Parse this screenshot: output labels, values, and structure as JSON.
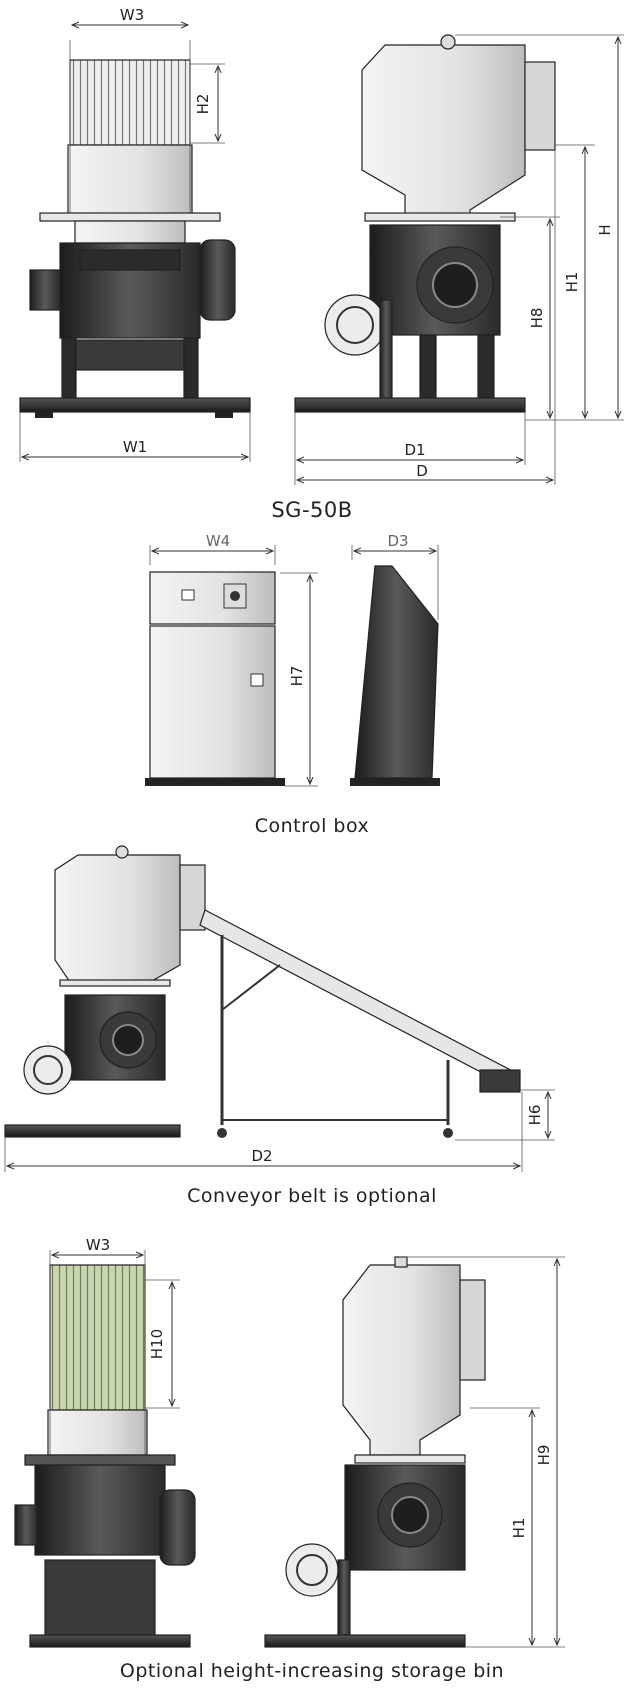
{
  "sections": {
    "sg50b": {
      "caption": "SG-50B",
      "labels": {
        "w3": "W3",
        "h2": "H2",
        "w1": "W1",
        "h": "H",
        "h1": "H1",
        "h8": "H8",
        "d1": "D1",
        "d": "D"
      }
    },
    "control_box": {
      "caption": "Control box",
      "labels": {
        "w4": "W4",
        "d3": "D3",
        "h7": "H7"
      }
    },
    "conveyor": {
      "caption": "Conveyor belt is optional",
      "labels": {
        "d2": "D2",
        "h6": "H6"
      }
    },
    "storage_bin": {
      "caption": "Optional height-increasing storage bin",
      "labels": {
        "w3": "W3",
        "h10": "H10",
        "h9": "H9",
        "h1": "H1"
      }
    }
  },
  "colors": {
    "metal_dark": "#3a3a3a",
    "metal_light": "#e6e6e6",
    "grille_green": "#c8d6b0",
    "line": "#333333"
  }
}
